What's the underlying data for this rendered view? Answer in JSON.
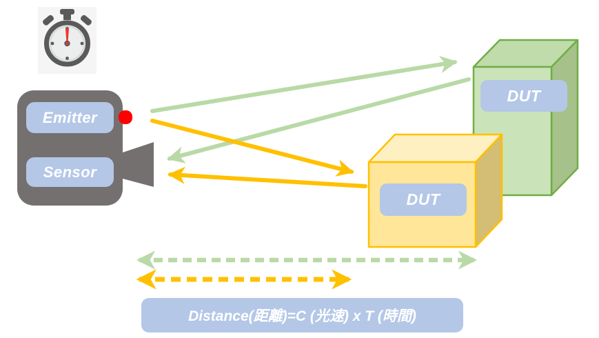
{
  "device": {
    "emitter_label": "Emitter",
    "sensor_label": "Sensor"
  },
  "boxes": {
    "far": {
      "label": "DUT"
    },
    "near": {
      "label": "DUT"
    }
  },
  "formula": {
    "text": "Distance(距離)=C (光速) x T (時間)"
  },
  "icons": {
    "stopwatch": "stopwatch-icon",
    "lens_horn": "sensor-horn-icon",
    "led": "emitter-led-icon"
  },
  "colors": {
    "device_gray": "#757070",
    "panel_blue": "#b4c7e7",
    "led_red": "#ff0000",
    "beam_green": "#b9d9a6",
    "beam_yellow": "#ffc000",
    "green_box_front": "#cbe3b8",
    "green_box_top": "#c0dcab",
    "green_box_side": "#a6c189",
    "green_box_border": "#70ad47",
    "yellow_box_front": "#ffe699",
    "yellow_box_top": "#fff0c2",
    "yellow_box_side": "#d4bd74",
    "yellow_box_border": "#ffc000",
    "stopwatch_body": "#5a5a5a",
    "stopwatch_face": "#eceeee",
    "stopwatch_needle": "#e8392a",
    "text_white": "#ffffff"
  }
}
